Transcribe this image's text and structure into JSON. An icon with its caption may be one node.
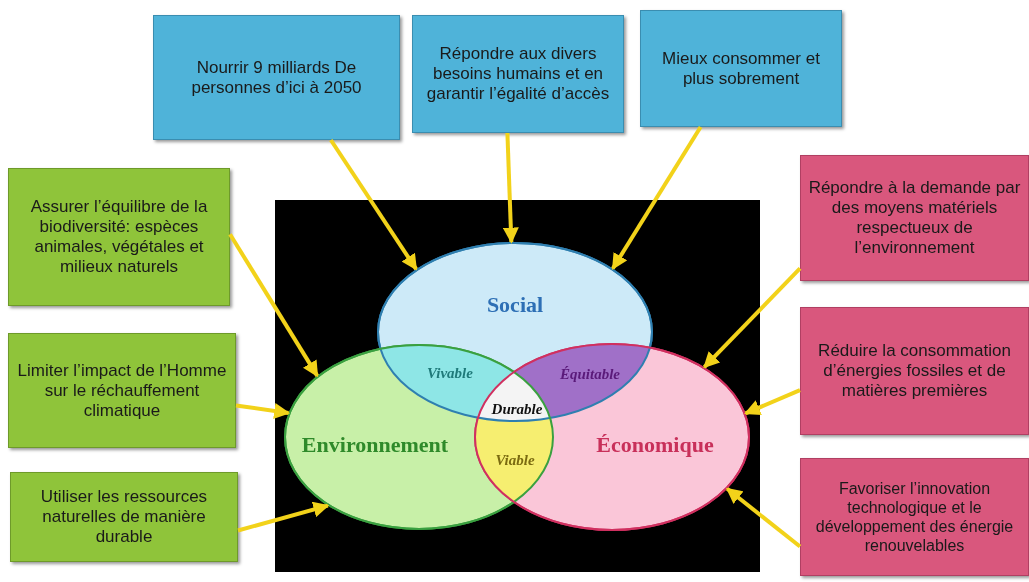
{
  "diagram": {
    "nodes": [
      {
        "text": [
          "Nourrir 9 milliards De personnes d’ici à 2050"
        ]
      },
      {
        "text": [
          "Répondre aux divers besoins humains et en garantir l’égalité d’accès"
        ]
      },
      {
        "text": [
          "Mieux consommer et plus sobrement"
        ]
      },
      {
        "text": [
          "Assurer l’équilibre de la biodiversité: espèces animales, végétales et milieux naturels"
        ]
      },
      {
        "text": [
          "Limiter l’impact de l’Homme sur le réchauffement climatique"
        ]
      },
      {
        "text": [
          "Utiliser les ressources naturelles de manière durable"
        ]
      },
      {
        "text": [
          "Répondre à la demande par des moyens matériels respectueux de l’environnement"
        ]
      },
      {
        "text": [
          "Réduire la consommation d’énergies fossiles et de matières premières"
        ]
      },
      {
        "text": [
          "Favoriser l’innovation technologique et le développement des énergie renouvelables"
        ]
      },
      {
        "text": [
          "Social"
        ]
      },
      {
        "text": [
          "Environnement"
        ]
      },
      {
        "text": [
          "Économique"
        ]
      }
    ],
    "edges": [
      {
        "from": 0,
        "to": 9,
        "arrow": "to"
      },
      {
        "from": 1,
        "to": 9,
        "arrow": "to"
      },
      {
        "from": 2,
        "to": 9,
        "arrow": "to"
      },
      {
        "from": 3,
        "to": 10,
        "arrow": "to"
      },
      {
        "from": 4,
        "to": 10,
        "arrow": "to"
      },
      {
        "from": 5,
        "to": 10,
        "arrow": "to"
      },
      {
        "from": 6,
        "to": 11,
        "arrow": "to"
      },
      {
        "from": 7,
        "to": 11,
        "arrow": "to"
      },
      {
        "from": 8,
        "to": 11,
        "arrow": "to"
      }
    ],
    "labels": [
      "Vivable",
      "Équitable",
      "Durable",
      "Viable"
    ]
  }
}
